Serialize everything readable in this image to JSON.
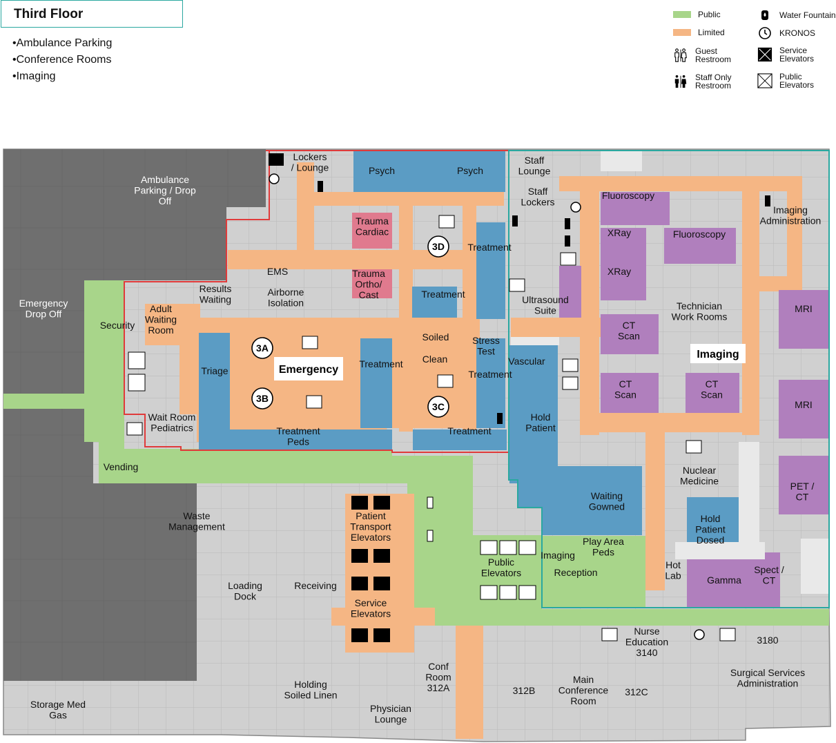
{
  "header": {
    "floor_title": "Third Floor",
    "highlights": [
      "Ambulance Parking",
      "Conference Rooms",
      "Imaging"
    ]
  },
  "legend": {
    "public": "Public",
    "limited": "Limited",
    "guest_restroom": "Guest\nRestroom",
    "staff_restroom": "Staff Only\nRestroom",
    "water_fountain": "Water Fountain",
    "kronos": "KRONOS",
    "service_elevators": "Service\nElevators",
    "public_elevators": "Public\nElevators"
  },
  "colors": {
    "public": "#a8d58a",
    "limited": "#f5b684",
    "room": "#cfcfcf",
    "blue_room": "#5b9cc4",
    "trauma": "#e07a8e",
    "imaging_room": "#b07fbd",
    "parking": "#6e6e6e",
    "emergency_border": "#e03a3a",
    "imaging_border": "#2aa8a0"
  },
  "zones": {
    "emergency": "Emergency",
    "imaging": "Imaging"
  },
  "pods": [
    "3A",
    "3B",
    "3C",
    "3D"
  ],
  "rooms": {
    "ambulance": "Ambulance\nParking / Drop\nOff",
    "emergency_dropoff": "Emergency\nDrop Off",
    "security": "Security",
    "adult_waiting": "Adult\nWaiting\nRoom",
    "results_waiting": "Results\nWaiting",
    "ems": "EMS",
    "airborne": "Airborne\nIsolation",
    "trauma_ortho": "Trauma\nOrtho/\nCast",
    "trauma_cardiac": "Trauma\nCardiac",
    "lockers_lounge": "Lockers\n/ Lounge",
    "psych_1": "Psych",
    "psych_2": "Psych",
    "treatment_ne": "Treatment",
    "treatment_mid": "Treatment",
    "treatment_c": "Treatment",
    "treatment_e": "Treatment",
    "treatment_s": "Treatment",
    "treatment_peds": "Treatment\nPeds",
    "triage": "Triage",
    "soiled": "Soiled",
    "clean": "Clean",
    "stress_test": "Stress\nTest",
    "wait_room_peds": "Wait Room\nPediatrics",
    "vending": "Vending",
    "staff_lounge": "Staff\nLounge",
    "staff_lockers": "Staff\nLockers",
    "ultrasound": "Ultrasound\nSuite",
    "vascular": "Vascular",
    "hold_patient": "Hold\nPatient",
    "fluoroscopy_1": "Fluoroscopy",
    "fluoroscopy_2": "Fluoroscopy",
    "xray_1": "XRay",
    "xray_2": "XRay",
    "imaging_admin": "Imaging\nAdministration",
    "tech_work": "Technician\nWork Rooms",
    "ct_scan_1": "CT\nScan",
    "ct_scan_2": "CT\nScan",
    "ct_scan_3": "CT\nScan",
    "mri_1": "MRI",
    "mri_2": "MRI",
    "pet_ct": "PET /\nCT",
    "nuclear": "Nuclear\nMedicine",
    "hold_dosed": "Hold\nPatient\nDosed",
    "waiting_gowned": "Waiting\nGowned",
    "play_area": "Play Area\nPeds",
    "imaging_label": "Imaging",
    "reception": "Reception",
    "hot_lab": "Hot\nLab",
    "gamma": "Gamma",
    "spect_ct": "Spect /\nCT",
    "waste": "Waste\nManagement",
    "loading": "Loading\nDock",
    "receiving": "Receiving",
    "patient_transport": "Patient\nTransport\nElevators",
    "service_elev": "Service\nElevators",
    "public_elev": "Public\nElevators",
    "conf_312a": "Conf\nRoom\n312A",
    "holding": "Holding\nSoiled Linen",
    "physician": "Physician\nLounge",
    "storage": "Storage Med\nGas",
    "r312b": "312B",
    "main_conf": "Main\nConference\nRoom",
    "r312c": "312C",
    "nurse_ed": "Nurse\nEducation\n3140",
    "r3180": "3180",
    "surgical_admin": "Surgical Services\nAdministration"
  }
}
